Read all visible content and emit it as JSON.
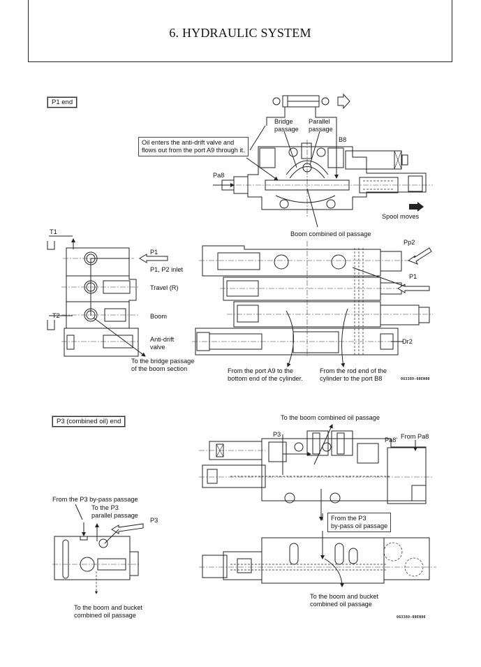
{
  "page": {
    "title": "6. HYDRAULIC SYSTEM"
  },
  "section_p1": {
    "label": "P1 end",
    "callout_antidrift": [
      "Oil enters the anti-drift valve and",
      "flows out from the port A9 through it."
    ],
    "bridge_passage": [
      "Bridge",
      "passage"
    ],
    "parallel_passage": [
      "Parallel",
      "passage"
    ],
    "port_b8": "B8",
    "port_pa8": "Pa8",
    "spool_moves": "Spool moves",
    "boom_combined": "Boom combined oil passage",
    "t1": "T1",
    "t2": "T2",
    "p1_left": "P1",
    "p1_p2_inlet": "P1, P2 inlet",
    "travel_r": "Travel (R)",
    "boom": "Boom",
    "anti_drift": [
      "Anti-drift",
      "valve"
    ],
    "to_bridge": [
      "To the bridge passage",
      "of the boom section"
    ],
    "pp2": "Pp2",
    "p1_right": "P1",
    "dr2": "Dr2",
    "from_a9": [
      "From the port A9 to the",
      "bottom end of the cylinder."
    ],
    "from_rod": [
      "From the rod end of the",
      "cylinder to the port B8"
    ],
    "figure_code": "063389-00EN00"
  },
  "section_p3": {
    "label": "P3 (combined oil) end",
    "to_boom_combined": "To the boom combined oil passage",
    "p3_top": "P3",
    "pa8_prime": "Pa8'",
    "from_pa8": "From Pa8",
    "from_p3_bypass_box": [
      "From the P3",
      "by-pass oil passage"
    ],
    "from_p3_bypass": "From the P3 by-pass passage",
    "to_p3_parallel": [
      "To the P3",
      "parallel passage"
    ],
    "p3_left": "P3",
    "to_boom_bucket_left": [
      "To the boom and bucket",
      "combined oil passage"
    ],
    "to_boom_bucket_right": [
      "To the boom and bucket",
      "combined oil passage"
    ],
    "figure_code": "063389-00EN00"
  }
}
